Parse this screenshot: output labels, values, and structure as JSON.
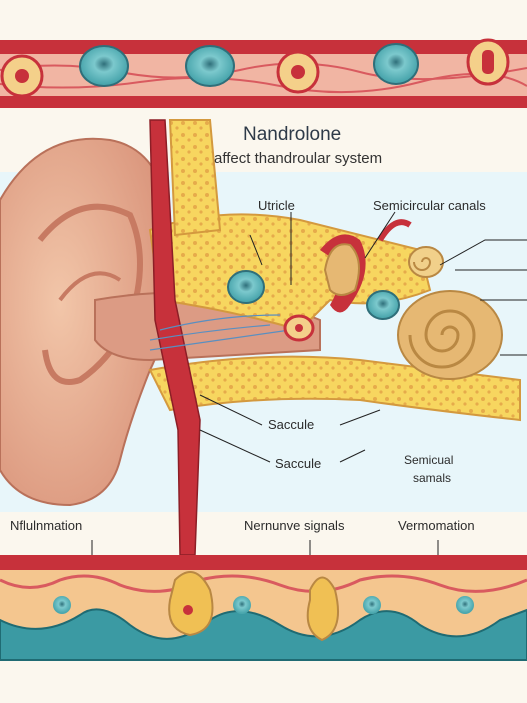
{
  "title": {
    "line1": "Nandrolone",
    "line2": "affect thandroular system"
  },
  "labels": {
    "utricle": "Utricle",
    "semicircular_canals": "Semicircular canals",
    "saccule_upper": "Saccule",
    "saccule_lower": "Saccule",
    "semicircular_lower_1": "Semicual",
    "semicircular_lower_2": "samals",
    "inflammation": "Nflulnmation",
    "nerve_signals": "Nernunve signals",
    "vermomation": "Vermomation"
  },
  "colors": {
    "skin": "#ecb898",
    "skin_dark": "#cf8b73",
    "bone": "#f6d35e",
    "bone_pore": "#e4a94a",
    "vessel": "#c9303a",
    "cell_teal": "#5fb7bd",
    "cochlea": "#e6b873",
    "background_blue": "#e8f6fa"
  }
}
